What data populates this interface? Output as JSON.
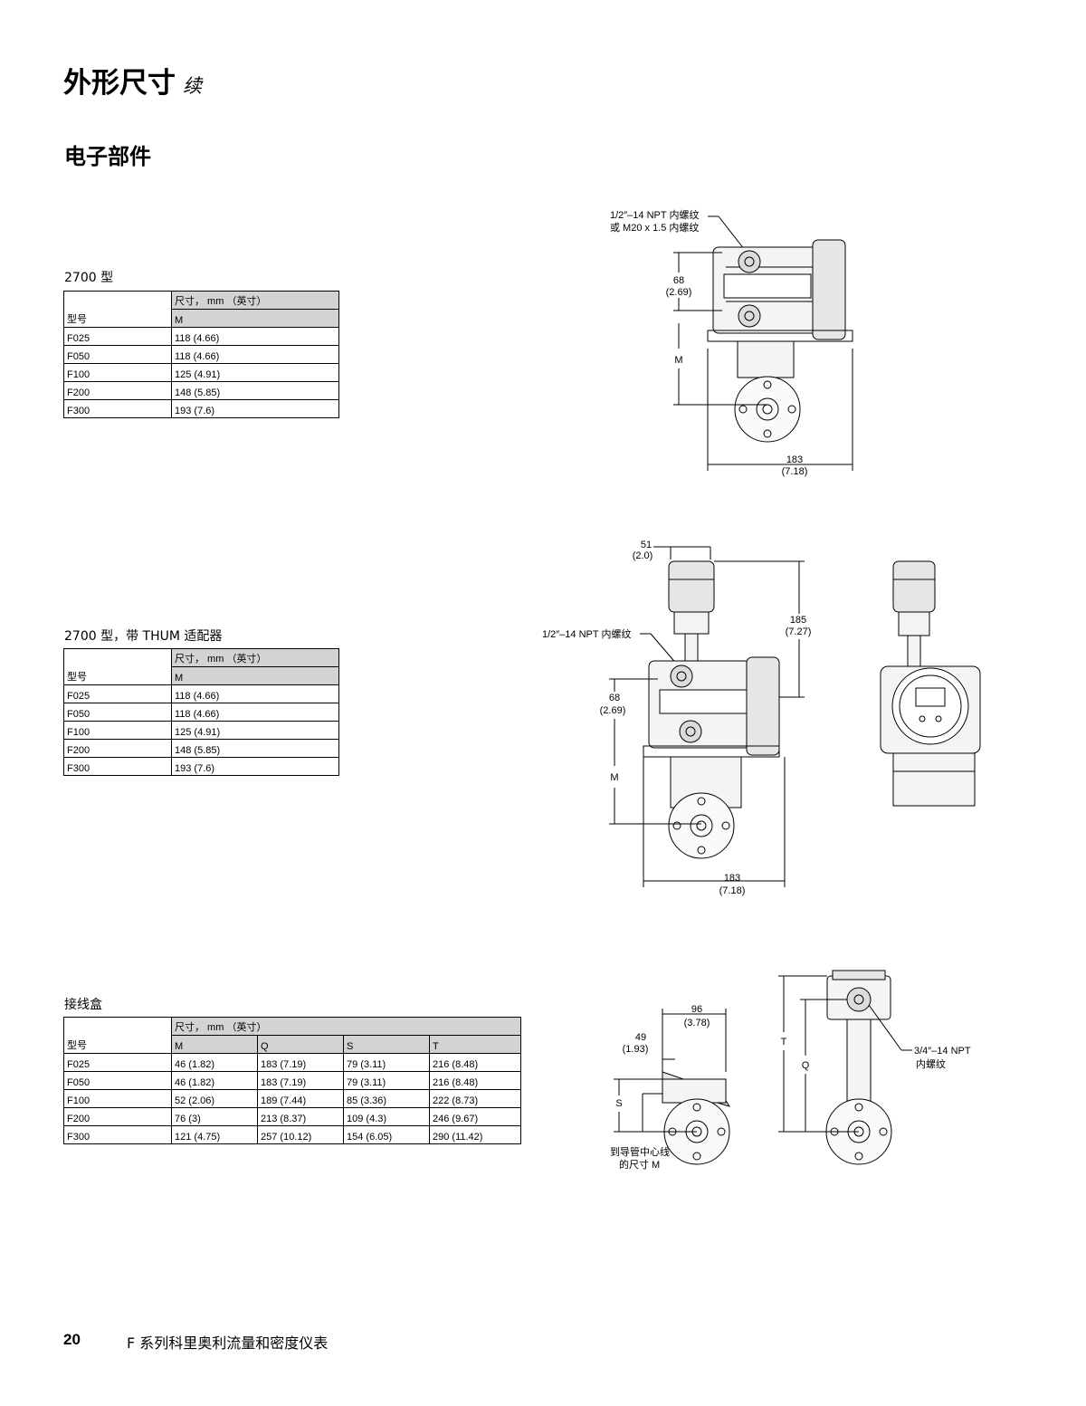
{
  "page": {
    "title": "外形尺寸",
    "title_suffix": "续",
    "section": "电子部件",
    "footer_page": "20",
    "footer_text": "F 系列科里奥利流量和密度仪表"
  },
  "table1": {
    "caption": "2700 型",
    "header_top": "尺寸， mm （英寸）",
    "model_label": "型号",
    "columns": [
      "M"
    ],
    "rows": [
      {
        "model": "F025",
        "vals": [
          "118 (4.66)"
        ]
      },
      {
        "model": "F050",
        "vals": [
          "118 (4.66)"
        ]
      },
      {
        "model": "F100",
        "vals": [
          "125 (4.91)"
        ]
      },
      {
        "model": "F200",
        "vals": [
          "148 (5.85)"
        ]
      },
      {
        "model": "F300",
        "vals": [
          "193 (7.6)"
        ]
      }
    ]
  },
  "table2": {
    "caption": "2700 型，带 THUM 适配器",
    "header_top": "尺寸， mm （英寸）",
    "model_label": "型号",
    "columns": [
      "M"
    ],
    "rows": [
      {
        "model": "F025",
        "vals": [
          "118 (4.66)"
        ]
      },
      {
        "model": "F050",
        "vals": [
          "118 (4.66)"
        ]
      },
      {
        "model": "F100",
        "vals": [
          "125 (4.91)"
        ]
      },
      {
        "model": "F200",
        "vals": [
          "148 (5.85)"
        ]
      },
      {
        "model": "F300",
        "vals": [
          "193 (7.6)"
        ]
      }
    ]
  },
  "table3": {
    "caption": "接线盒",
    "header_top": "尺寸， mm （英寸）",
    "model_label": "型号",
    "columns": [
      "M",
      "Q",
      "S",
      "T"
    ],
    "rows": [
      {
        "model": "F025",
        "vals": [
          "46 (1.82)",
          "183 (7.19)",
          "79 (3.11)",
          "216 (8.48)"
        ]
      },
      {
        "model": "F050",
        "vals": [
          "46 (1.82)",
          "183 (7.19)",
          "79 (3.11)",
          "216 (8.48)"
        ]
      },
      {
        "model": "F100",
        "vals": [
          "52 (2.06)",
          "189 (7.44)",
          "85 (3.36)",
          "222 (8.73)"
        ]
      },
      {
        "model": "F200",
        "vals": [
          "76 (3)",
          "213 (8.37)",
          "109 (4.3)",
          "246 (9.67)"
        ]
      },
      {
        "model": "F300",
        "vals": [
          "121 (4.75)",
          "257 (10.12)",
          "154 (6.05)",
          "290 (11.42)"
        ]
      }
    ]
  },
  "drawing1": {
    "thread_line1": "1/2″–14 NPT 内螺纹",
    "thread_line2": "或 M20 x 1.5 内螺纹",
    "dim_68": "68",
    "dim_68_in": "(2.69)",
    "dim_m": "M",
    "dim_183": "183",
    "dim_183_in": "(7.18)"
  },
  "drawing2": {
    "dim_51": "51",
    "dim_51_in": "(2.0)",
    "thread": "1/2″–14 NPT 内螺纹",
    "dim_185": "185",
    "dim_185_in": "(7.27)",
    "dim_68": "68",
    "dim_68_in": "(2.69)",
    "dim_m": "M",
    "dim_183": "183",
    "dim_183_in": "(7.18)"
  },
  "drawing3": {
    "dim_96": "96",
    "dim_96_in": "(3.78)",
    "dim_49": "49",
    "dim_49_in": "(1.93)",
    "dim_s": "S",
    "note_line1": "到导管中心线",
    "note_line2": "的尺寸 M",
    "dim_t": "T",
    "dim_q": "Q",
    "thread_line1": "3/4″–14 NPT",
    "thread_line2": "内螺纹"
  }
}
